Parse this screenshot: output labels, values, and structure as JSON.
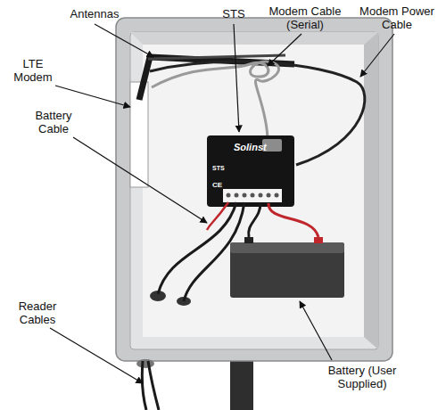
{
  "diagram": {
    "labels": [
      "Antennas",
      "STS",
      "Modem Cable (Serial)",
      "Modem Power Cable",
      "LTE Modem",
      "Battery Cable",
      "Reader Cables",
      "Battery (User Supplied)",
      "Solinst",
      "STS",
      "CE"
    ]
  }
}
